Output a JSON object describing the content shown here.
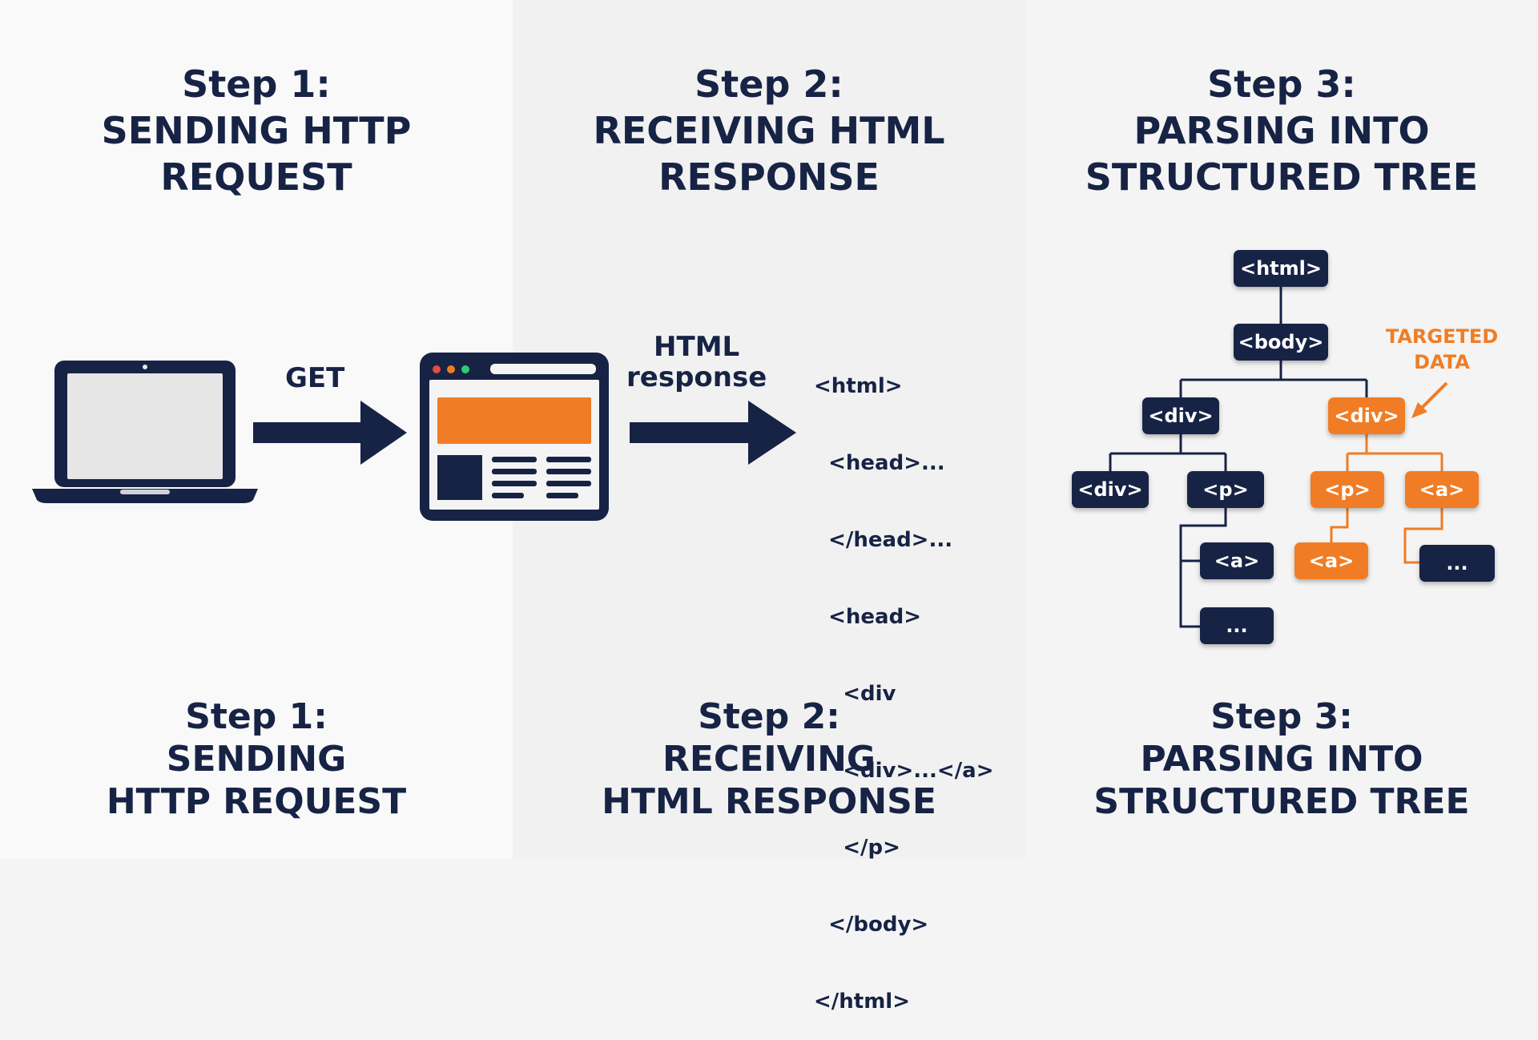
{
  "colors": {
    "navy": "#172345",
    "orange": "#f07d25",
    "panel1": "#f9f9f9",
    "panel2": "#f1f1f1",
    "panel3": "#f4f4f4"
  },
  "icons": {
    "laptop": "laptop-icon",
    "browser": "browser-window-icon",
    "arrow": "right-arrow-icon"
  },
  "step1": {
    "top": [
      "Step 1:",
      "SENDING HTTP",
      "REQUEST"
    ],
    "bottom": [
      "Step 1:",
      "SENDING",
      "HTTP REQUEST"
    ],
    "arrow_label": "GET"
  },
  "step2": {
    "top": [
      "Step 2:",
      "RECEIVING HTML",
      "RESPONSE"
    ],
    "bottom": [
      "Step 2:",
      "RECEIVING",
      "HTML RESPONSE"
    ],
    "arrow_label": [
      "HTML",
      "response"
    ]
  },
  "code_lines": [
    "<html>",
    "  <head>...",
    "  </head>...",
    "  <head>",
    "    <div",
    "    <div>...</a>",
    "    </p>",
    "  </body>",
    "</html>"
  ],
  "step3": {
    "top": [
      "Step 3:",
      "PARSING INTO",
      "STRUCTURED TREE"
    ],
    "bottom": [
      "Step 3:",
      "PARSING INTO",
      "STRUCTURED TREE"
    ]
  },
  "tree": {
    "html": "<html>",
    "body": "<body>",
    "div_left": "<div>",
    "div_right": "<div>",
    "div_leaf": "<div>",
    "p_left": "<p>",
    "a_left": "<a>",
    "ellipsis_left": "...",
    "p_right": "<p>",
    "a_right": "<a>",
    "a_right_child": "<a>",
    "ellipsis_right": "...",
    "target_label": [
      "TARGETED",
      "DATA"
    ]
  }
}
